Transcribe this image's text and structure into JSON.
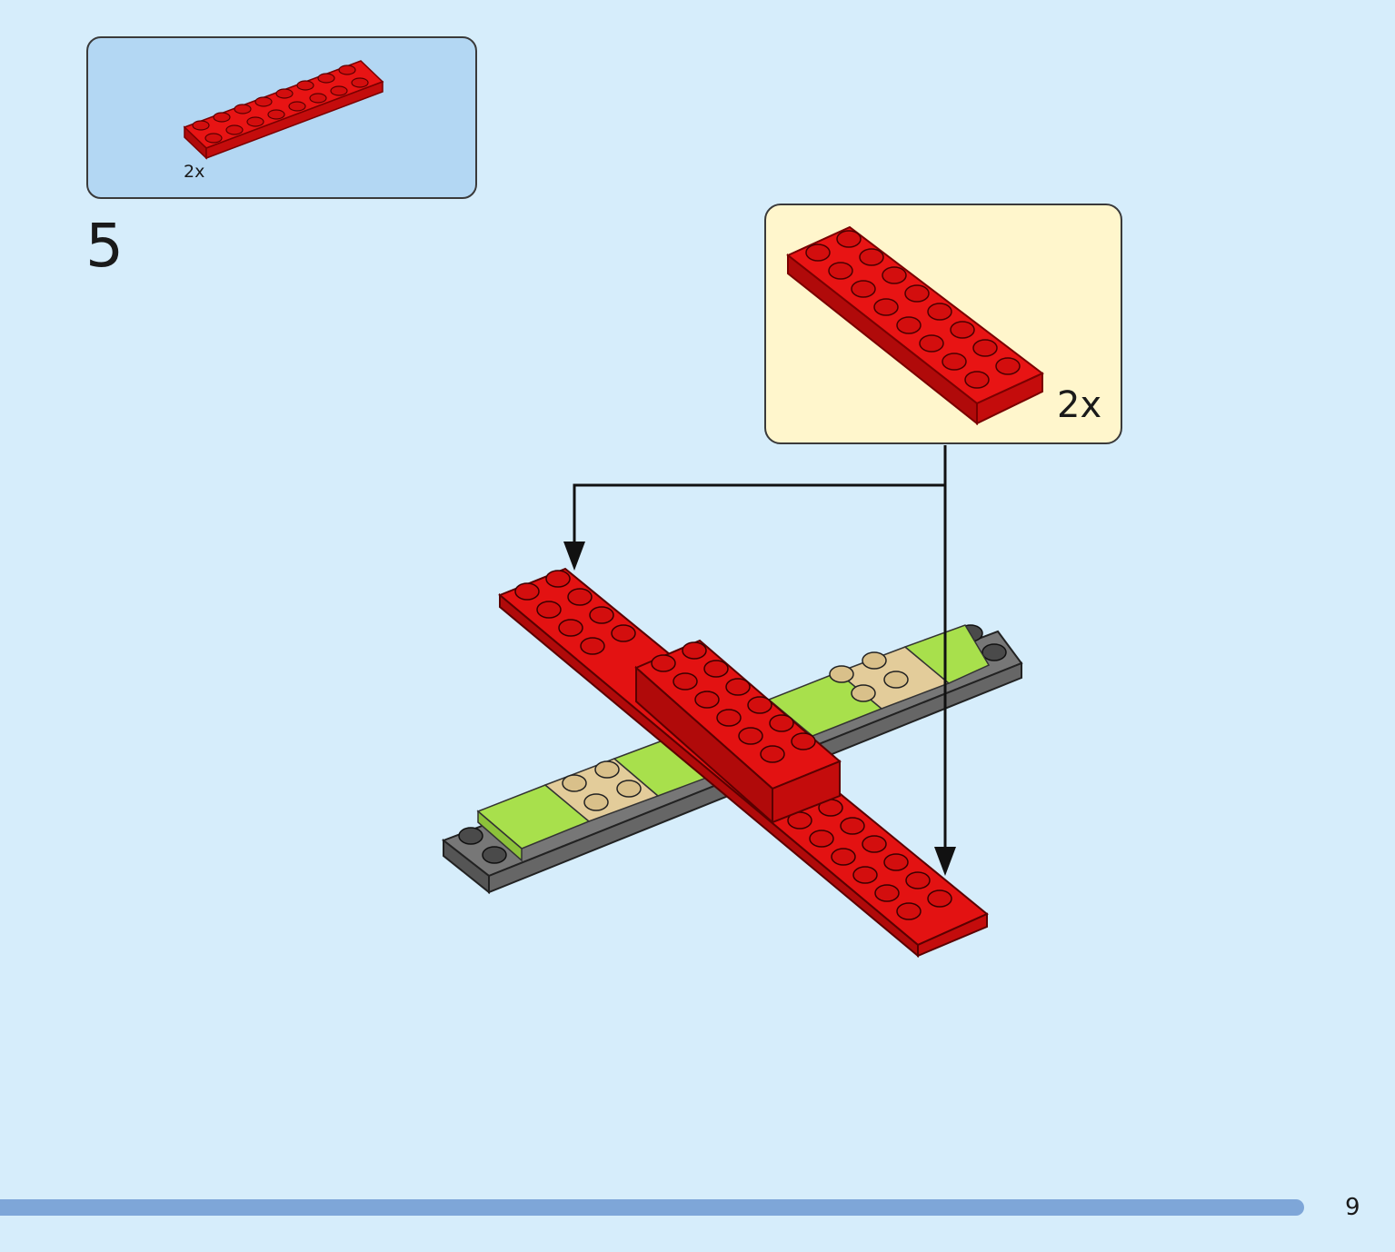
{
  "parts_list": {
    "quantity": "2x",
    "part": "red-2x8-plate"
  },
  "step": {
    "number": "5"
  },
  "callout": {
    "quantity": "2x",
    "part": "red-2x8-plate"
  },
  "page": {
    "number": "9"
  },
  "colors": {
    "background": "#d6edfb",
    "parts_box": "#b3d7f3",
    "callout_box": "#fff6cc",
    "red_brick": "#d90f0f",
    "lime_brick": "#a6e04a",
    "tan_brick": "#e3cc9a",
    "gray_brick": "#6e6e6e",
    "progress_bar": "#7ea6d8"
  }
}
